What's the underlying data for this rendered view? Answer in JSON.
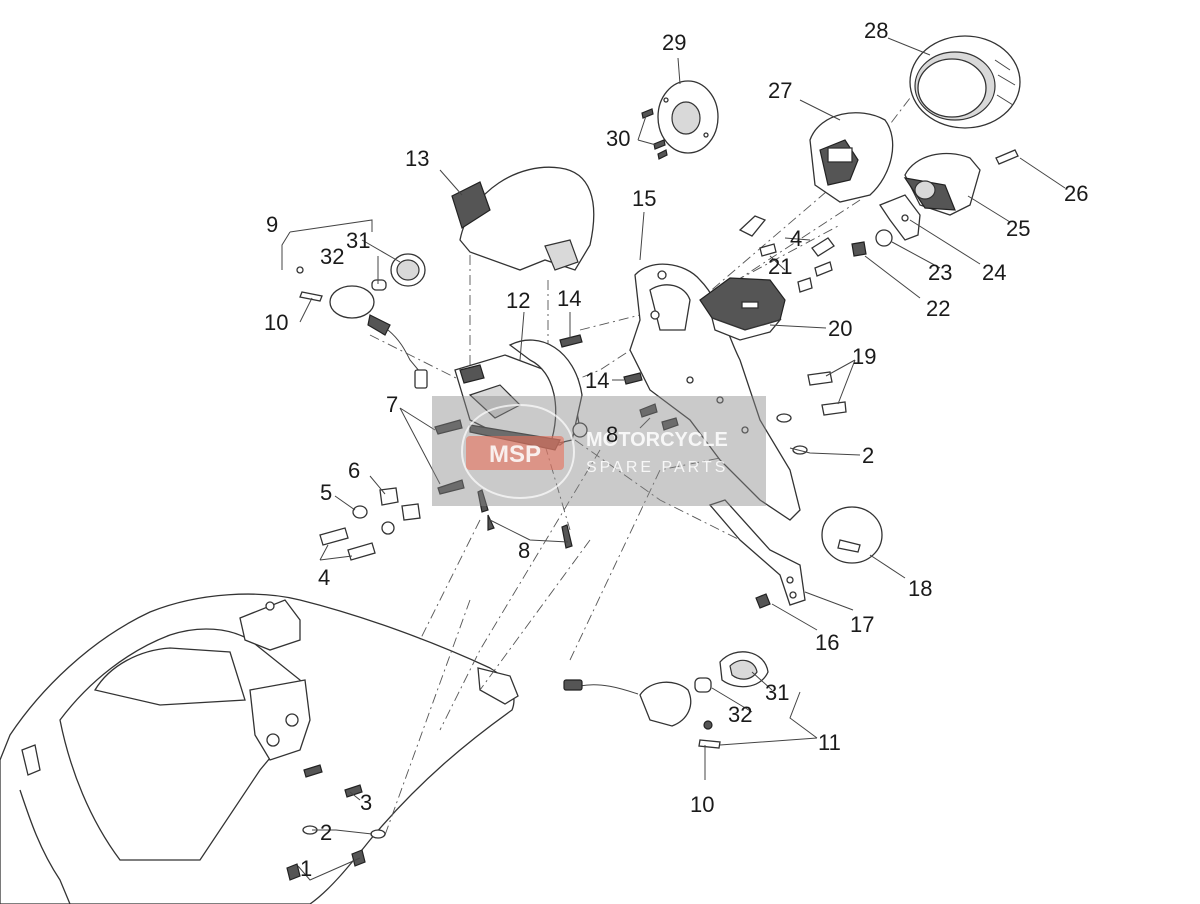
{
  "diagram": {
    "labels": [
      "1",
      "2",
      "2",
      "3",
      "4",
      "4",
      "4",
      "5",
      "6",
      "7",
      "8",
      "8",
      "9",
      "10",
      "10",
      "11",
      "12",
      "13",
      "14",
      "14",
      "15",
      "16",
      "17",
      "18",
      "19",
      "20",
      "21",
      "22",
      "23",
      "24",
      "25",
      "26",
      "27",
      "28",
      "29",
      "30",
      "31",
      "31",
      "32",
      "32"
    ]
  },
  "watermark": {
    "logo": "MSP",
    "line1": "MOTORCYCLE",
    "line2": "SPARE PARTS",
    "accent_color": "#e8705a",
    "band_color": "#8a8a8a"
  }
}
